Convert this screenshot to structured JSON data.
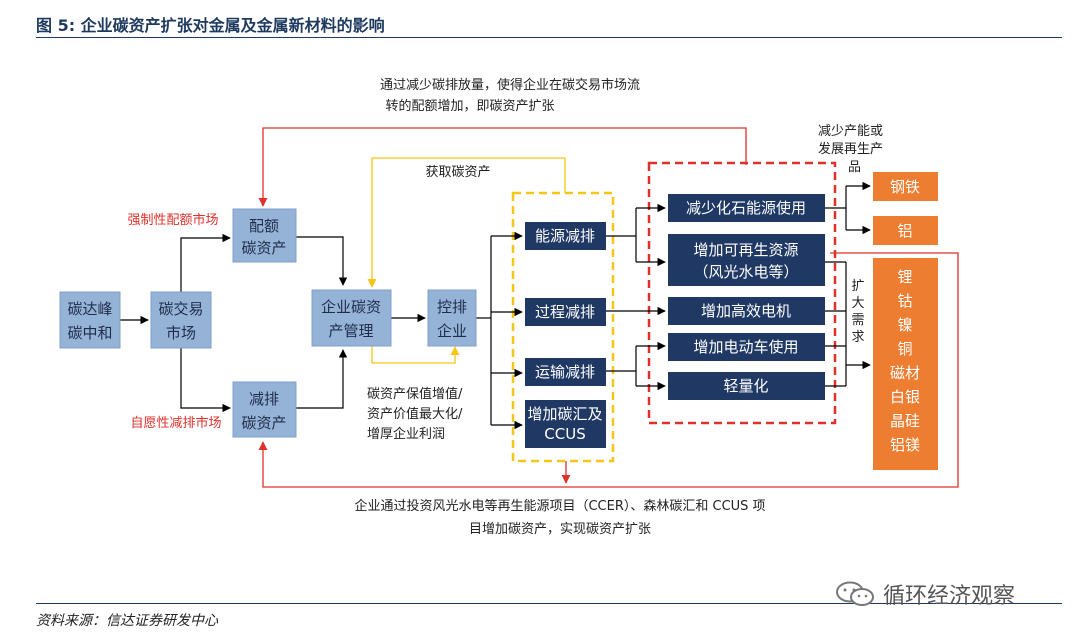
{
  "figure": {
    "title": "图 5: 企业碳资产扩张对金属及金属新材料的影响",
    "source": "资料来源：信达证券研发中心",
    "watermark": "循环经济观察"
  },
  "nodes": {
    "carbon_peak": [
      "碳达峰",
      "碳中和"
    ],
    "carbon_market": [
      "碳交易",
      "市场"
    ],
    "quota_asset": [
      "配额",
      "碳资产"
    ],
    "reduction_asset": [
      "减排",
      "碳资产"
    ],
    "asset_mgmt": [
      "企业碳资",
      "产管理"
    ],
    "emission_ctrl": [
      "控排",
      "企业"
    ],
    "energy_red": "能源减排",
    "process_red": "过程减排",
    "transport_red": "运输减排",
    "sink_ccus": [
      "增加碳汇及",
      "CCUS"
    ],
    "fossil": "减少化石能源使用",
    "renewable": [
      "增加可再生资源",
      "（风光水电等）"
    ],
    "motor": "增加高效电机",
    "ev": "增加电动车使用",
    "light": "轻量化",
    "steel": "钢铁",
    "aluminum": "铝",
    "metals": [
      "锂",
      "钴",
      "镍",
      "铜",
      "磁材",
      "白银",
      "晶硅",
      "铝镁"
    ]
  },
  "annotations": {
    "top_note": [
      "通过减少碳排放量，使得企业在碳交易市场流",
      "转的配额增加，即碳资产扩张"
    ],
    "acquire": "获取碳资产",
    "mandatory": "强制性配额市场",
    "voluntary": "自愿性减排市场",
    "value_note": [
      "碳资产保值增值/",
      "资产价值最大化/",
      "增厚企业利润"
    ],
    "reduce_capacity": [
      "减少产能或",
      "发展再生产",
      "品"
    ],
    "expand_demand": [
      "扩",
      "大",
      "需",
      "求"
    ],
    "bottom_note": [
      "企业通过投资风光水电等再生能源项目（CCER）、森林碳汇和 CCUS 项",
      "目增加碳资产，实现碳资产扩张"
    ]
  },
  "colors": {
    "light_box": "#95b3d7",
    "dark_box": "#1f3864",
    "orange_box": "#ed7d31",
    "red": "#e0302a",
    "yellow": "#f5c518",
    "title": "#1f3a5f"
  }
}
